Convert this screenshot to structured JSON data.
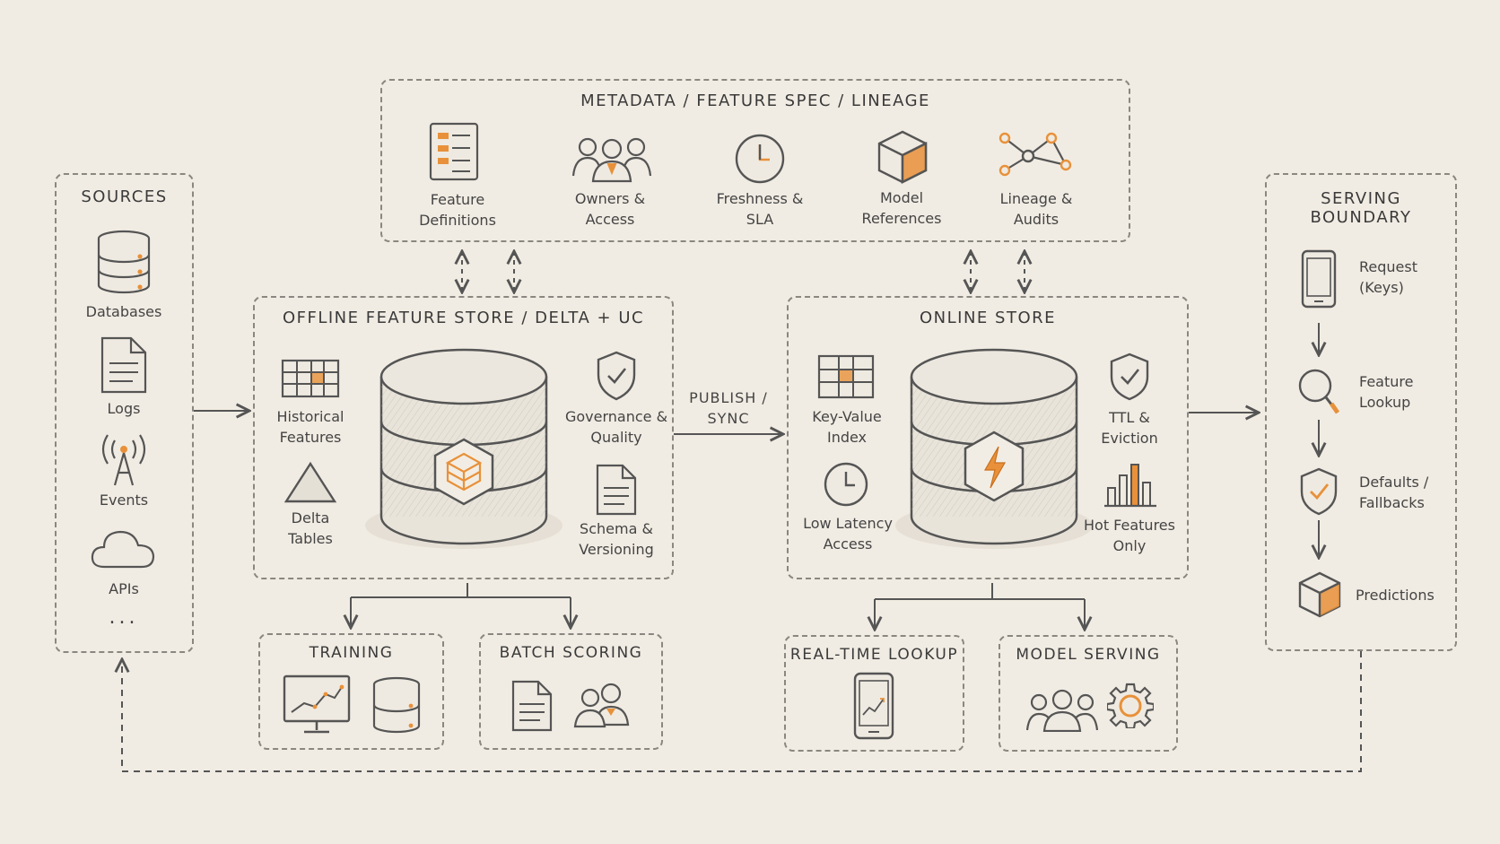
{
  "metadata": {
    "title": "METADATA / FEATURE SPEC / LINEAGE",
    "items": [
      {
        "label": "Feature\nDefinitions",
        "icon": "document-list-icon"
      },
      {
        "label": "Owners &\nAccess",
        "icon": "users-icon"
      },
      {
        "label": "Freshness &\nSLA",
        "icon": "clock-icon"
      },
      {
        "label": "Model\nReferences",
        "icon": "cube-icon"
      },
      {
        "label": "Lineage &\nAudits",
        "icon": "graph-icon"
      }
    ]
  },
  "sources": {
    "title": "SOURCES",
    "items": [
      {
        "label": "Databases",
        "icon": "database-icon"
      },
      {
        "label": "Logs",
        "icon": "document-icon"
      },
      {
        "label": "Events",
        "icon": "antenna-icon"
      },
      {
        "label": "APIs",
        "icon": "cloud-icon"
      }
    ],
    "more": "..."
  },
  "offline": {
    "title": "OFFLINE FEATURE STORE / DELTA + UC",
    "items": [
      {
        "label": "Historical\nFeatures",
        "icon": "table-grid-icon"
      },
      {
        "label": "Delta\nTables",
        "icon": "triangle-icon"
      },
      {
        "label": "Governance &\nQuality",
        "icon": "shield-check-icon"
      },
      {
        "label": "Schema &\nVersioning",
        "icon": "document-icon"
      }
    ]
  },
  "publish": {
    "label": "PUBLISH /\nSYNC"
  },
  "online": {
    "title": "ONLINE STORE",
    "items": [
      {
        "label": "Key-Value\nIndex",
        "icon": "table-grid-icon"
      },
      {
        "label": "Low Latency\nAccess",
        "icon": "clock-icon"
      },
      {
        "label": "TTL &\nEviction",
        "icon": "shield-check-icon"
      },
      {
        "label": "Hot Features\nOnly",
        "icon": "bar-chart-icon"
      }
    ]
  },
  "serving": {
    "title": "SERVING BOUNDARY",
    "items": [
      {
        "label": "Request\n(Keys)",
        "icon": "phone-icon"
      },
      {
        "label": "Feature\nLookup",
        "icon": "magnifier-icon"
      },
      {
        "label": "Defaults /\nFallbacks",
        "icon": "shield-check-icon"
      },
      {
        "label": "Predictions",
        "icon": "cube-icon"
      }
    ]
  },
  "consumers": {
    "training": "TRAINING",
    "batch": "BATCH SCORING",
    "realtime": "REAL-TIME LOOKUP",
    "model_serving": "MODEL SERVING"
  },
  "colors": {
    "accent": "#e8913a",
    "ink": "#555555",
    "paper": "#f1ece3"
  }
}
